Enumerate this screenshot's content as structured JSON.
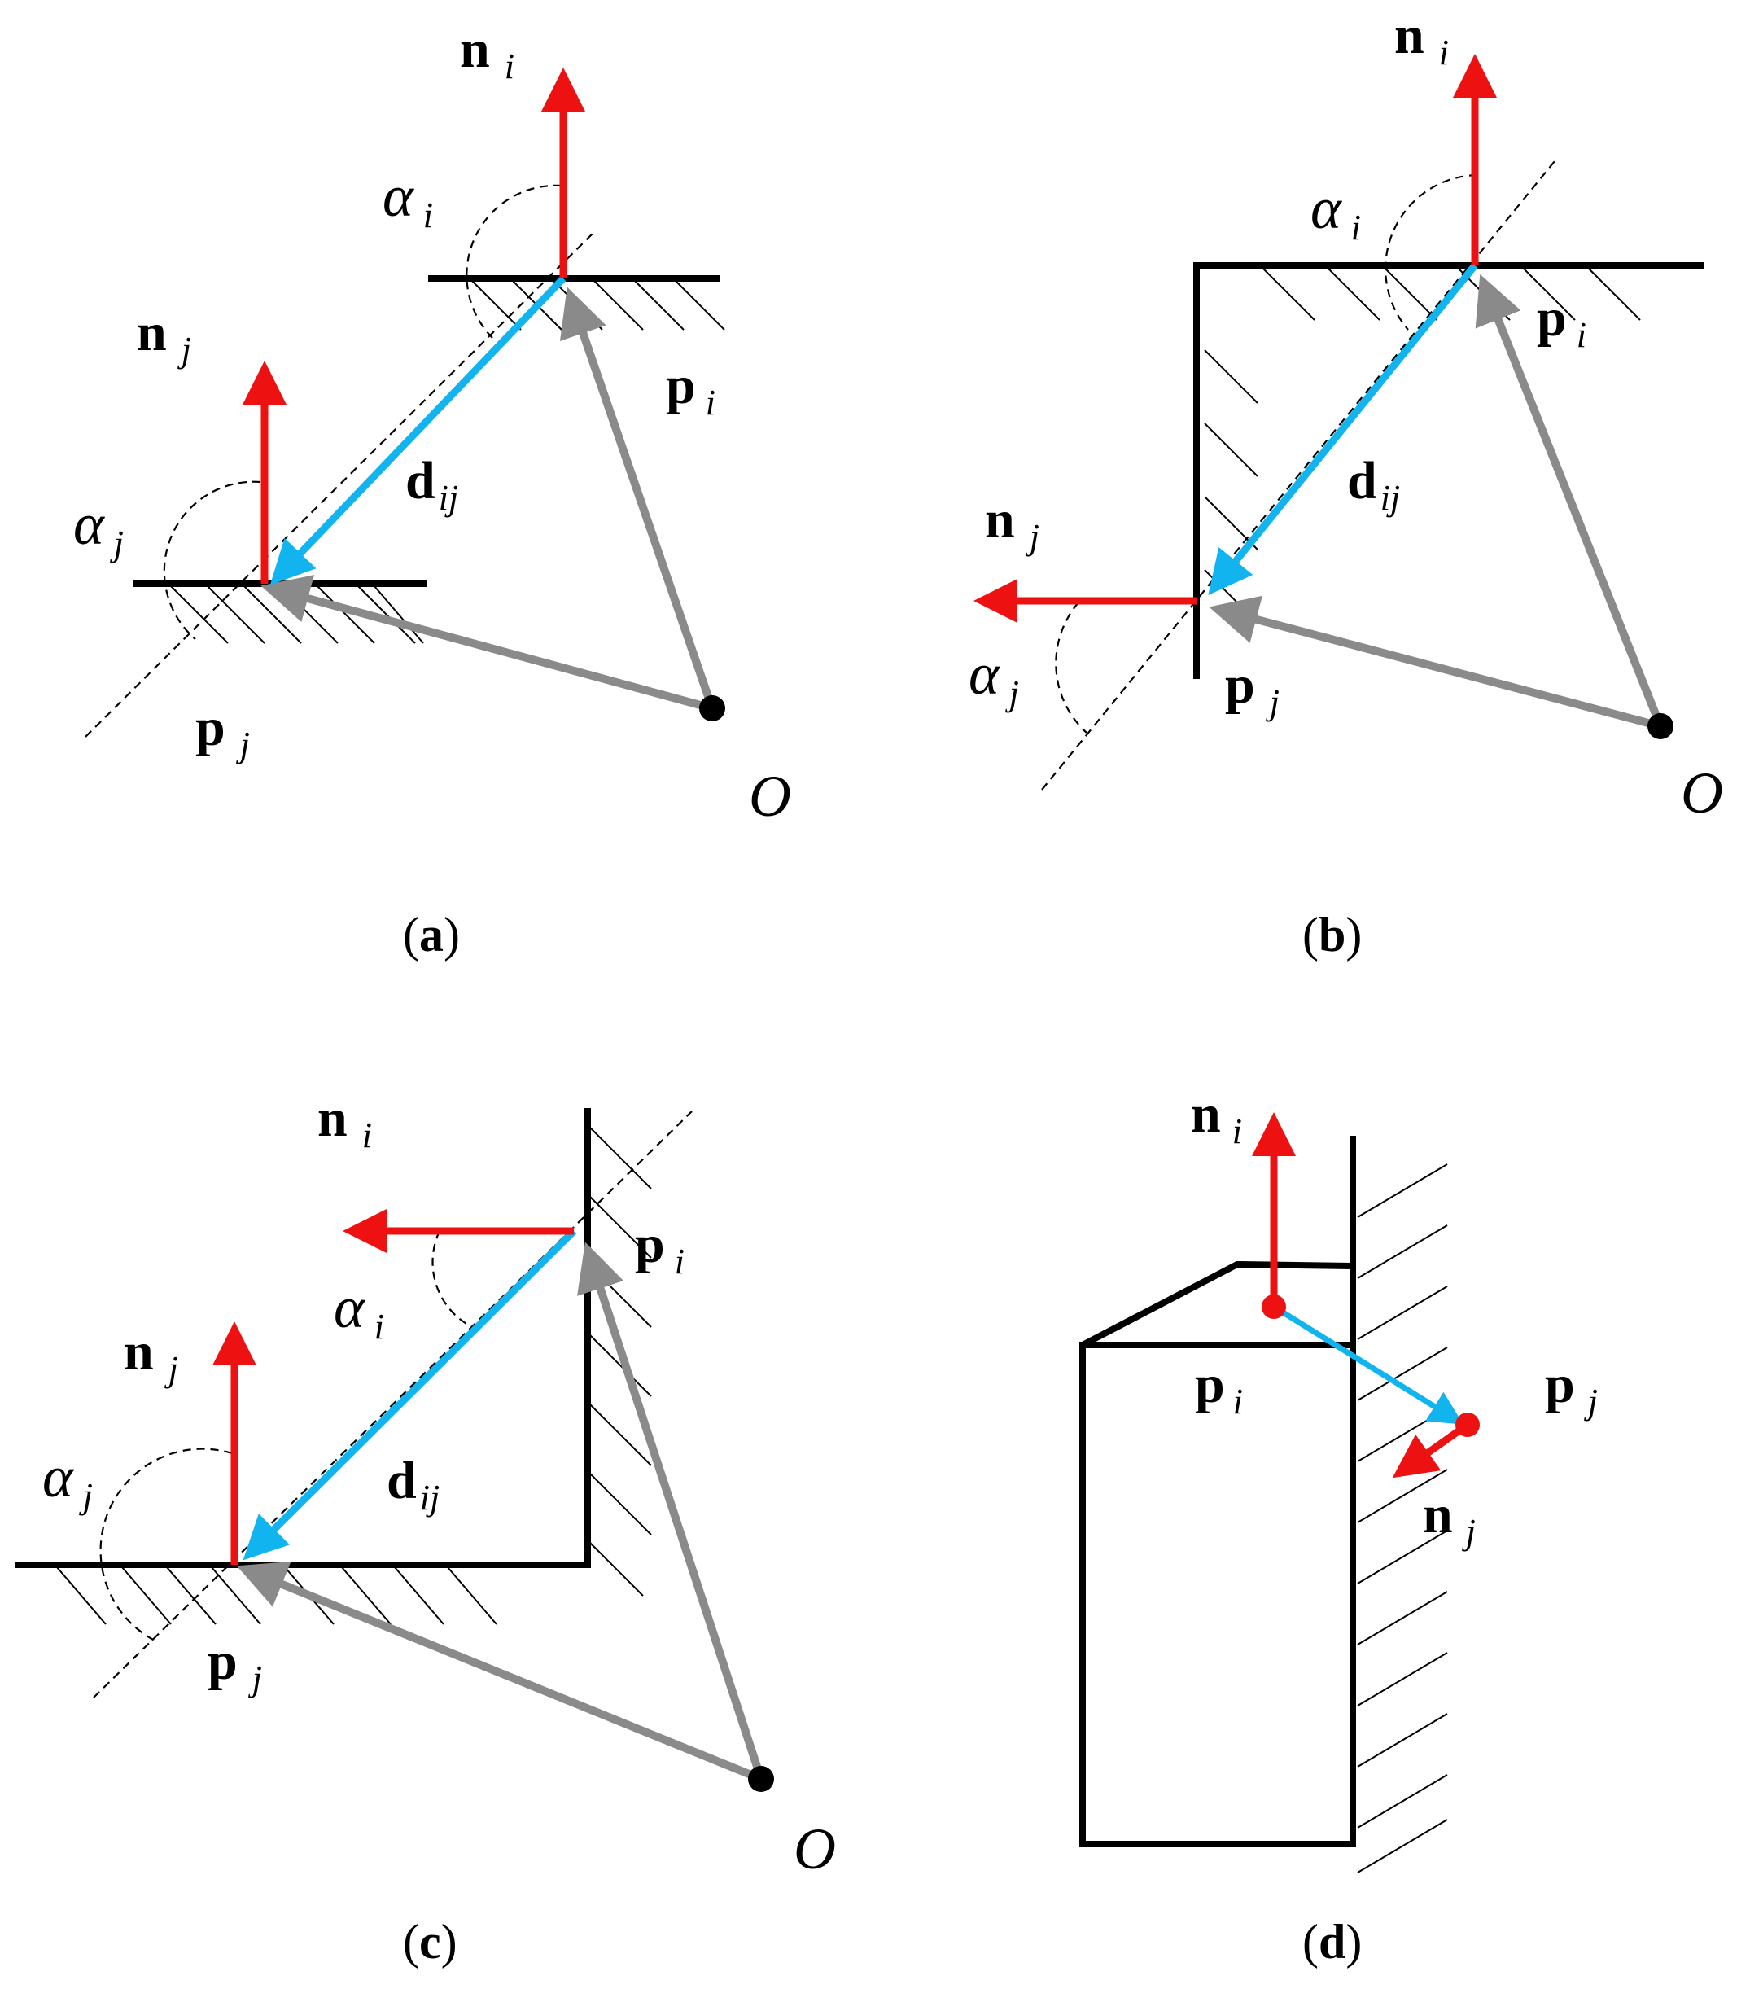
{
  "colors": {
    "normal": "#ee1111",
    "displacement": "#11b4ee",
    "position": "#8a8a8a",
    "surface": "#000000"
  },
  "symbols": {
    "n": "n",
    "p": "p",
    "d": "d",
    "alpha": "α",
    "origin": "O",
    "sub_i": "i",
    "sub_j": "j",
    "sub_ij": "ij"
  },
  "panels": {
    "a": {
      "label_open": "(",
      "label_letter": "a",
      "label_close": ")"
    },
    "b": {
      "label_open": "(",
      "label_letter": "b",
      "label_close": ")"
    },
    "c": {
      "label_open": "(",
      "label_letter": "c",
      "label_close": ")"
    },
    "d": {
      "label_open": "(",
      "label_letter": "d",
      "label_close": ")"
    }
  }
}
